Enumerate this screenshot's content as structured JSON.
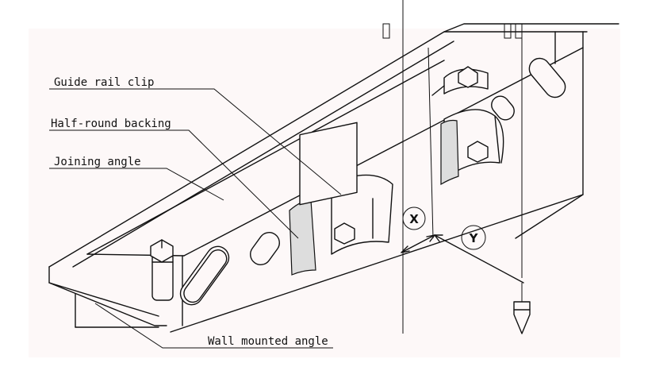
{
  "labels": {
    "guide_rail_clip": "Guide rail clip",
    "half_round_backing": "Half-round backing",
    "joining_angle": "Joining angle",
    "wall_mounted_angle": "Wall mounted angle"
  },
  "dimensions": {
    "x": "X",
    "y": "Y"
  },
  "colors": {
    "background": "#fdf8f8",
    "line": "#111111"
  }
}
